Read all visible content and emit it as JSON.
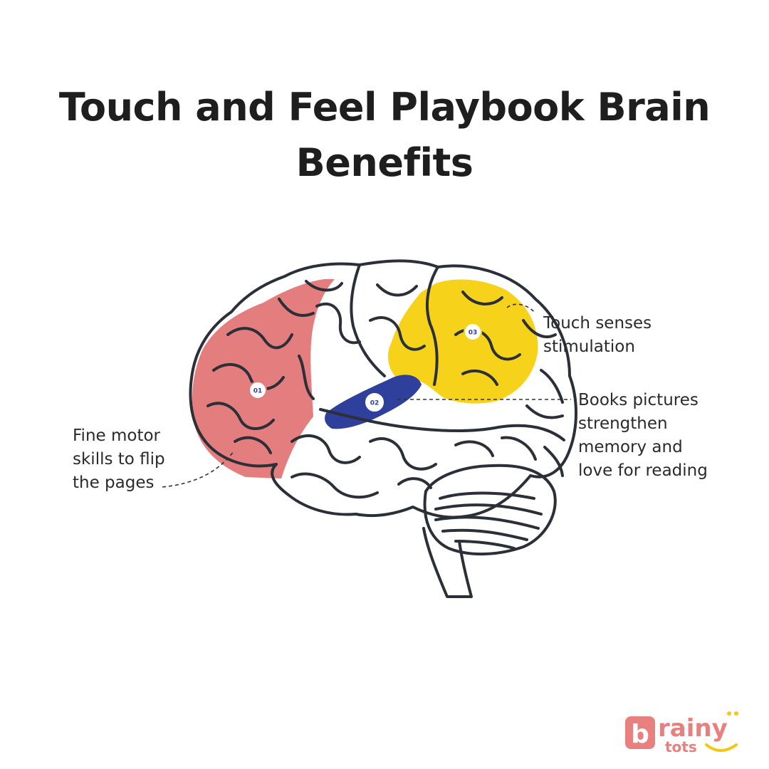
{
  "title": "Touch and Feel Playbook Brain Benefits",
  "regions": [
    {
      "number": "01",
      "label": "Fine motor\nskills to flip\nthe pages",
      "color": "#e47d7d"
    },
    {
      "number": "02",
      "label": "Books pictures\nstrengthen\nmemory and\nlove for reading",
      "color": "#2f3f9c"
    },
    {
      "number": "03",
      "label": "Touch senses\nstimulation",
      "color": "#f7d21a"
    }
  ],
  "brand": {
    "logo_line1": "rainy",
    "logo_line2": "tots",
    "logo_letter": "b",
    "logo_color": "#e98080",
    "accent_color": "#f2c814"
  },
  "colors": {
    "outline": "#2b2f38",
    "text": "#222222"
  }
}
